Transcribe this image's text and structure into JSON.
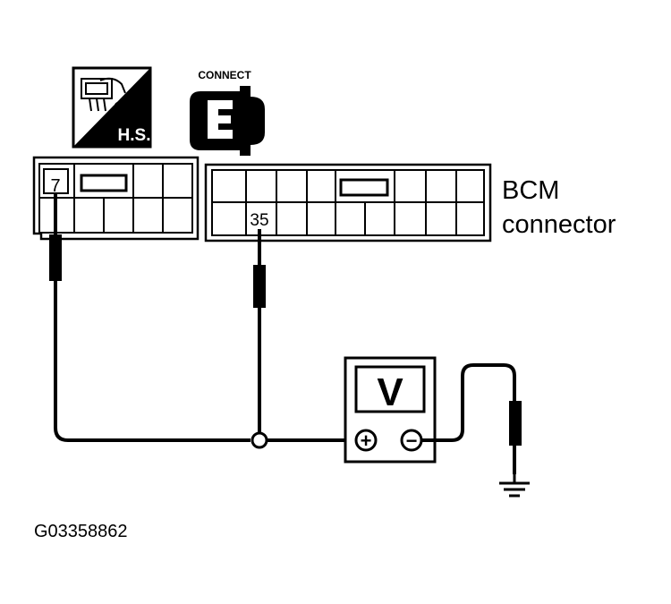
{
  "icons": {
    "hs_text": "H.S.",
    "connect_text": "CONNECT"
  },
  "connector": {
    "label_line1": "BCM",
    "label_line2": "connector",
    "pin_a": "7",
    "pin_b": "35"
  },
  "meter": {
    "display": "V",
    "plus": "+",
    "minus": "−"
  },
  "figure_id": "G03358862",
  "colors": {
    "ink": "#000000",
    "paper": "#ffffff"
  }
}
